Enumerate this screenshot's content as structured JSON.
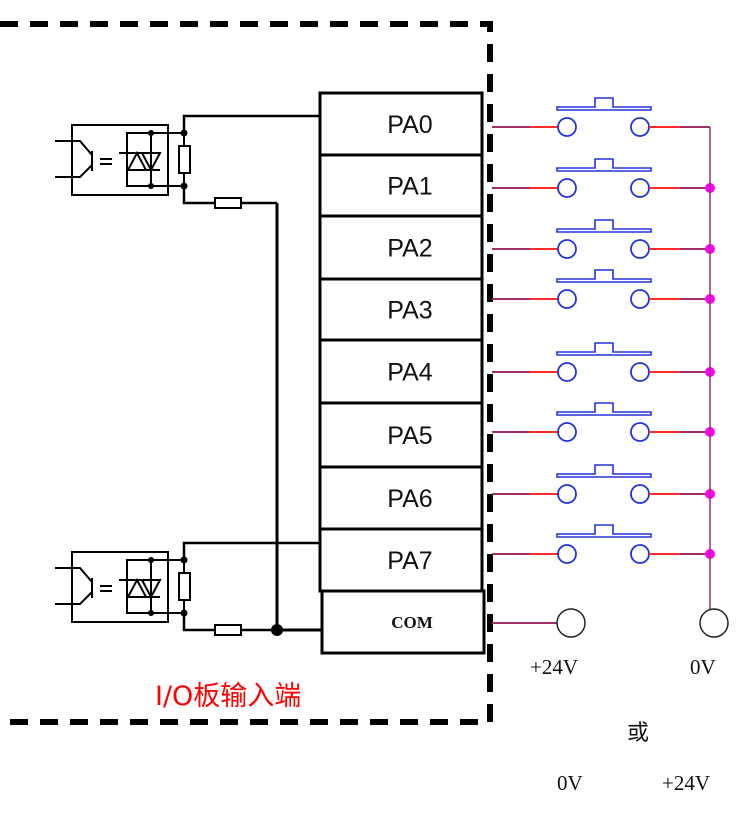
{
  "diagram": {
    "title": "I/O板输入端",
    "terminals": [
      {
        "label": "PA0"
      },
      {
        "label": "PA1"
      },
      {
        "label": "PA2"
      },
      {
        "label": "PA3"
      },
      {
        "label": "PA4"
      },
      {
        "label": "PA5"
      },
      {
        "label": "PA6"
      },
      {
        "label": "PA7"
      }
    ],
    "common_terminal": "COM",
    "supply": {
      "com_side_label": "+24V",
      "bus_side_label": "0V",
      "alternative_word": "或",
      "alt_com_side_label": "0V",
      "alt_bus_side_label": "+24V"
    },
    "colors": {
      "title": "#ff0000",
      "switch": "#2233dd",
      "wire": "#a0306a",
      "wire_hot": "#ff2a2a",
      "junction": "#ff00ff",
      "line": "#111111"
    }
  }
}
